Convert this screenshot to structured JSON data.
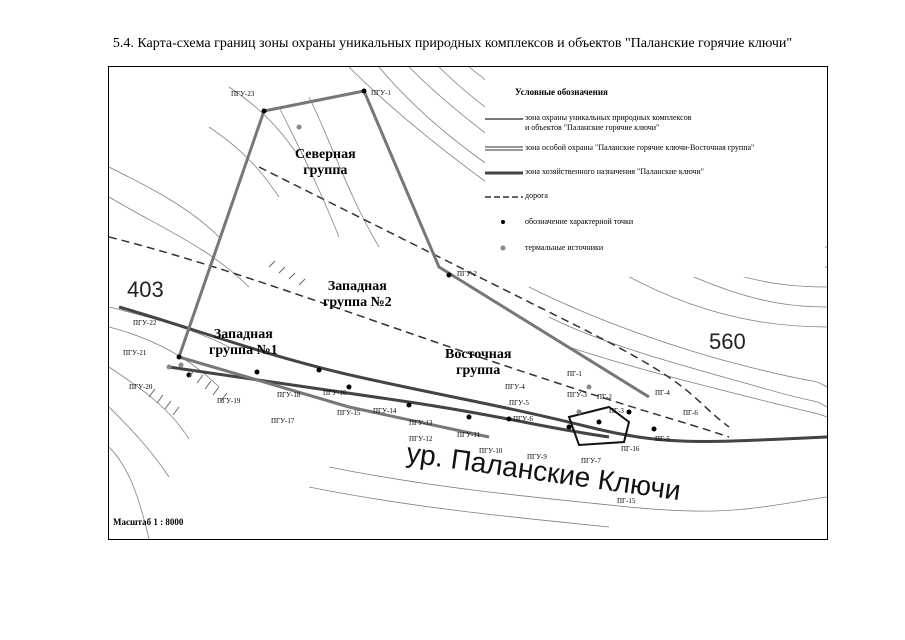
{
  "title": "5.4. Карта-схема границ зоны охраны уникальных природных комплексов и объектов \"Паланские горячие ключи\"",
  "legend": {
    "title": "Условные обозначения",
    "items": [
      {
        "line1": "зона охраны уникальных природных комплексов",
        "line2": "и объектов \"Паланские горячие ключи\"",
        "symbol": "solid-gray-line"
      },
      {
        "line1": "зона особой охраны \"Паланские горячие ключи-Восточная группа\"",
        "line2": "",
        "symbol": "double-line"
      },
      {
        "line1": "зона хозяйственного назначения \"Паланские ключи\"",
        "line2": "",
        "symbol": "thick-line"
      },
      {
        "line1": "дорога",
        "line2": "",
        "symbol": "dashed-line"
      },
      {
        "line1": "обозначение характерной точки",
        "line2": "",
        "symbol": "dot"
      },
      {
        "line1": "термальные источники",
        "line2": "",
        "symbol": "gray-dot"
      }
    ]
  },
  "groups": {
    "north": [
      "Северная",
      "группа"
    ],
    "west2": [
      "Западная",
      "группа №2"
    ],
    "west1": [
      "Западная",
      "группа №1"
    ],
    "east": [
      "Восточная",
      "группа"
    ]
  },
  "map_text": {
    "elev_403": "403",
    "elev_560": "560",
    "river_name": "ур. Паланские Ключи",
    "scale": "Масштаб 1 : 8000"
  },
  "points": [
    "ПГУ-23",
    "ПГУ-1",
    "ПГУ-2",
    "ПГУ-22",
    "ПГУ-21",
    "ПГУ-20",
    "ПГУ-19",
    "ПГУ-18",
    "ПГУ-17",
    "ПГУ-16",
    "ПГУ-15",
    "ПГУ-14",
    "ПГУ-13",
    "ПГУ-12",
    "ПГУ-11",
    "ПГУ-10",
    "ПГУ-9",
    "ПГУ-7",
    "ПГУ-6",
    "ПГУ-5",
    "ПГУ-4",
    "ПГУ-3",
    "ПГ-1",
    "ПГ-2",
    "ПГ-3",
    "ПГ-4",
    "ПГ-5",
    "ПГ-6",
    "ПГ-15",
    "ПГ-16"
  ]
}
